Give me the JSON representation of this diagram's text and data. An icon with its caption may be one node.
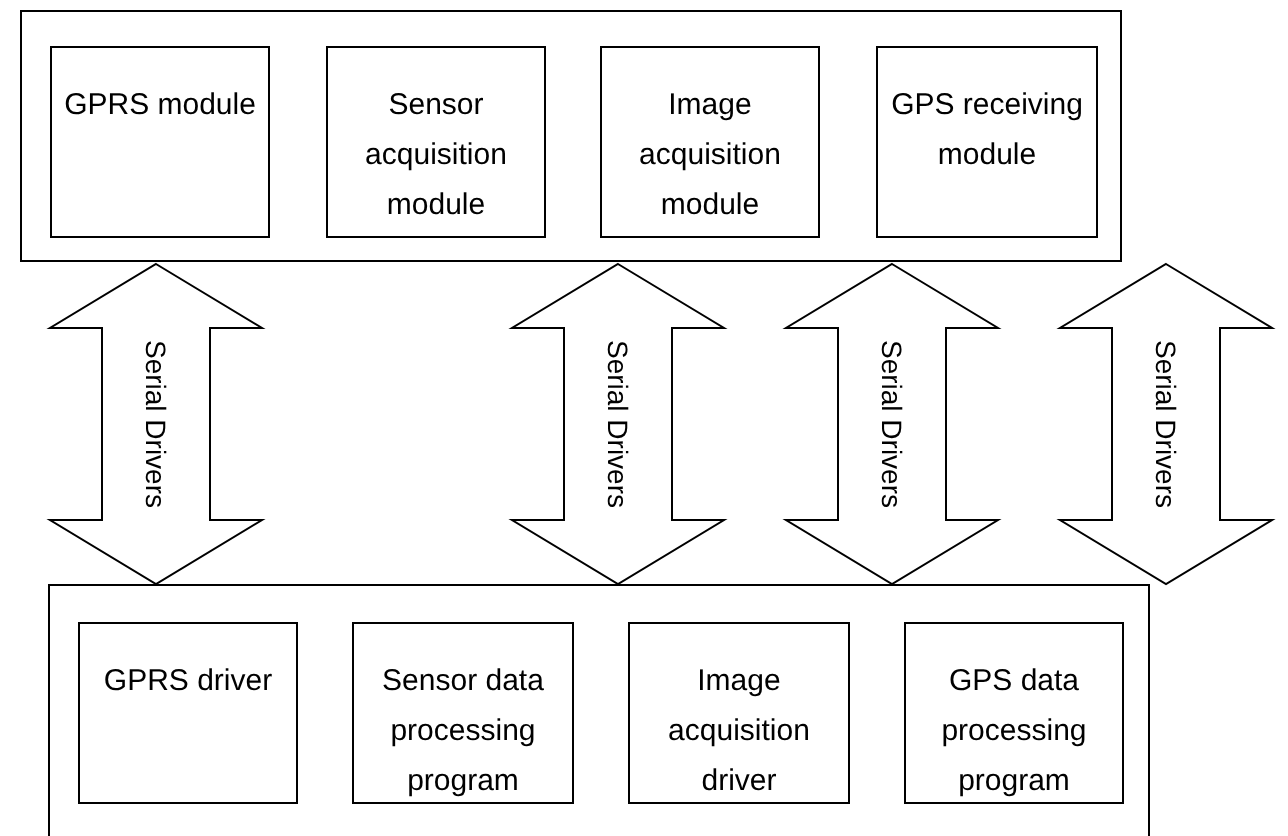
{
  "diagram": {
    "nodes": [
      {
        "text": [],
        "shape": "box"
      },
      {
        "text": [
          "GPRS module"
        ],
        "in": 0
      },
      {
        "text": [
          "Sensor acquisition module"
        ],
        "in": 0
      },
      {
        "text": [
          "Image acquisition module"
        ],
        "in": 0
      },
      {
        "text": [
          "GPS receiving module"
        ],
        "in": 0
      },
      {
        "text": [],
        "shape": "box"
      },
      {
        "text": [
          "GPRS driver"
        ],
        "in": 5
      },
      {
        "text": [
          "Sensor data processing program"
        ],
        "in": 5
      },
      {
        "text": [
          "Image acquisition driver"
        ],
        "in": 5
      },
      {
        "text": [
          "GPS data processing program"
        ],
        "in": 5
      }
    ],
    "edges": [
      {
        "from": 0,
        "to": 5,
        "arrow": "both",
        "label": "Serial Drivers"
      },
      {
        "from": 0,
        "to": 5,
        "arrow": "both",
        "label": "Serial Drivers"
      },
      {
        "from": 0,
        "to": 5,
        "arrow": "both",
        "label": "Serial Drivers"
      },
      {
        "from": 0,
        "to": 5,
        "arrow": "both",
        "label": "Serial Drivers"
      }
    ]
  }
}
